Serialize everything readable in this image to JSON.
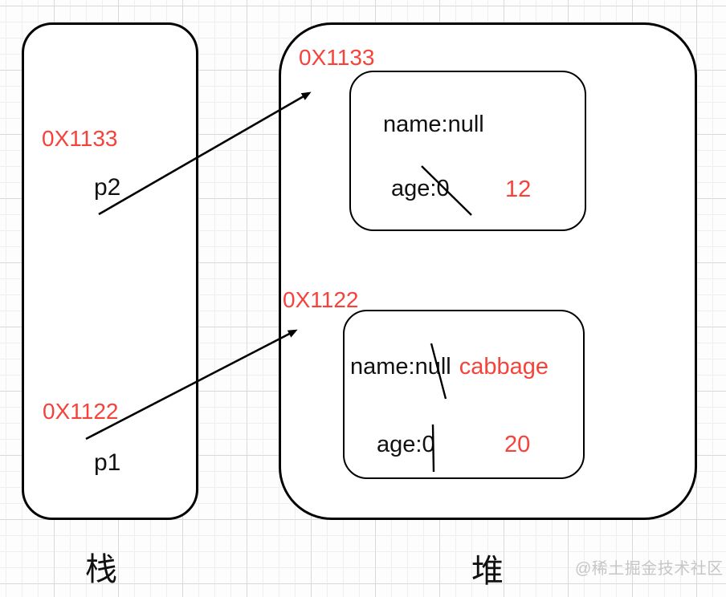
{
  "stack": {
    "label": "栈",
    "frames": [
      {
        "address": "0X1133",
        "variable": "p2"
      },
      {
        "address": "0X1122",
        "variable": "p1"
      }
    ]
  },
  "heap": {
    "label": "堆",
    "objects": [
      {
        "address": "0X1133",
        "name_field": "name:null",
        "age_field": "age:0",
        "updated_age": "12"
      },
      {
        "address": "0X1122",
        "name_field": "name:null",
        "updated_name": "cabbage",
        "age_field": "age:0",
        "updated_age": "20"
      }
    ]
  },
  "watermark": "@稀土掘金技术社区",
  "colors": {
    "accent_red": "#f6423a",
    "line_black": "#000000",
    "watermark_gray": "#c6c6c6",
    "grid_minor": "#efefef",
    "grid_major": "#d9d9d9"
  }
}
